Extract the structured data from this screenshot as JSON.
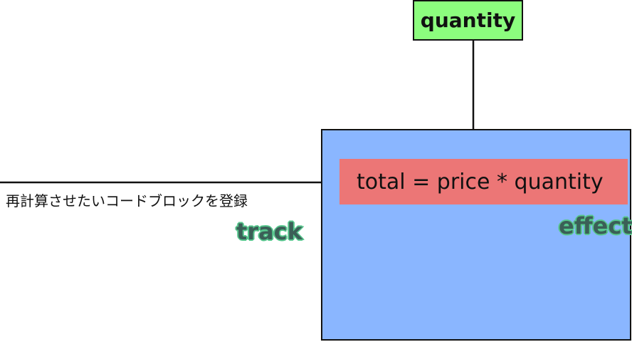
{
  "diagram": {
    "quantity_label": "quantity",
    "code_text": "total = price * quantity",
    "arrow_caption": "再計算させたいコードブロックを登録",
    "track_label": "track",
    "effect_label": "effect"
  },
  "colors": {
    "quantity_fill": "#8cfd7e",
    "effect_fill": "#8ab6ff",
    "code_fill": "#ec7676",
    "label_text": "#3b5f57",
    "label_outline": "#57c68d",
    "line": "#111111"
  }
}
